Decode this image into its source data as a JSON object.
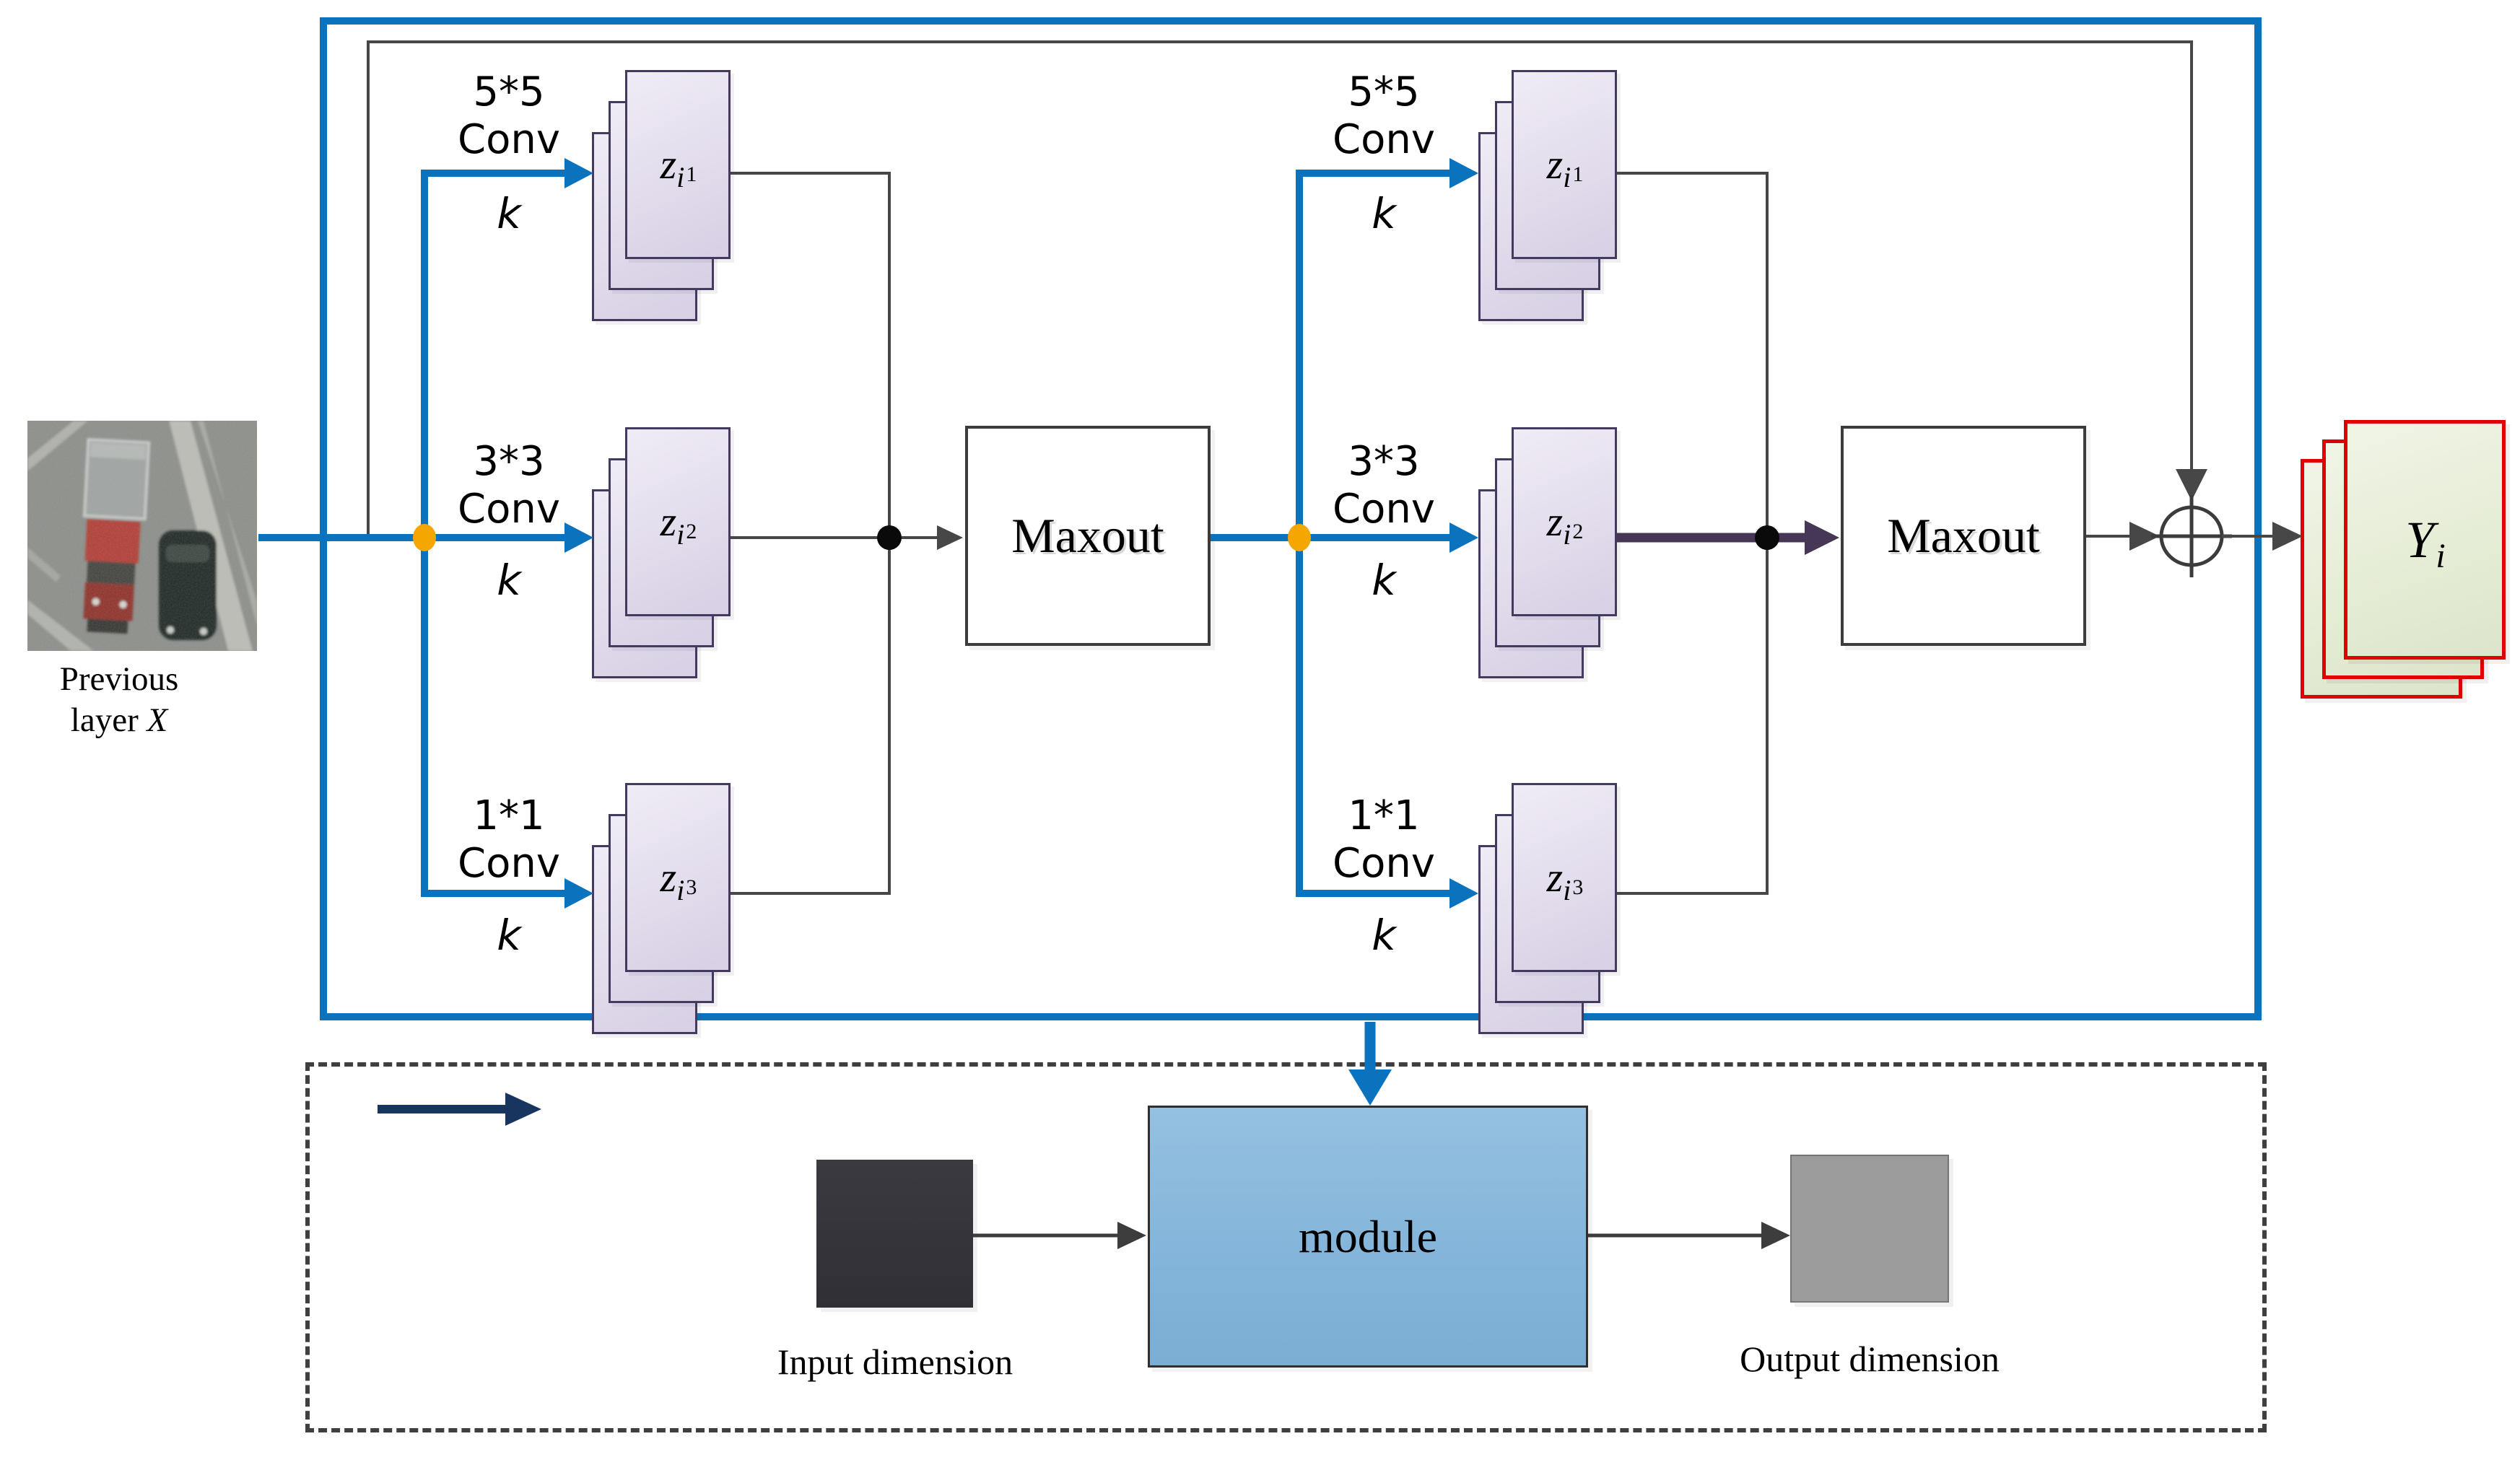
{
  "input": {
    "caption_line1": "Previous",
    "caption_line2": "layer",
    "caption_var": "X"
  },
  "groups": [
    {
      "combiner": "Maxout",
      "branches": [
        {
          "kernel": "5*5",
          "op": "Conv",
          "param": "k",
          "map": {
            "base": "z",
            "sub": "i",
            "subsub": "1"
          }
        },
        {
          "kernel": "3*3",
          "op": "Conv",
          "param": "k",
          "map": {
            "base": "z",
            "sub": "i",
            "subsub": "2"
          }
        },
        {
          "kernel": "1*1",
          "op": "Conv",
          "param": "k",
          "map": {
            "base": "z",
            "sub": "i",
            "subsub": "3"
          }
        }
      ]
    },
    {
      "combiner": "Maxout",
      "branches": [
        {
          "kernel": "5*5",
          "op": "Conv",
          "param": "k",
          "map": {
            "base": "z",
            "sub": "i",
            "subsub": "1"
          }
        },
        {
          "kernel": "3*3",
          "op": "Conv",
          "param": "k",
          "map": {
            "base": "z",
            "sub": "i",
            "subsub": "2"
          }
        },
        {
          "kernel": "1*1",
          "op": "Conv",
          "param": "k",
          "map": {
            "base": "z",
            "sub": "i",
            "subsub": "3"
          }
        }
      ]
    }
  ],
  "output": {
    "base": "Y",
    "sub": "i"
  },
  "legend": {
    "input_label": "Input dimension",
    "module_label": "module",
    "output_label": "Output dimension"
  },
  "colors": {
    "accent_blue": "#0B72BE",
    "branch_dot_orange": "#F5A600",
    "wire_gray": "#474747",
    "purple_arrow": "#473757",
    "output_border_red": "#E00000",
    "navy_arrow": "#17355E",
    "module_fill": "#83B4D9",
    "input_square": "#333238",
    "output_square": "#9C9C9C",
    "junction_dot": "#0A0A0A"
  }
}
